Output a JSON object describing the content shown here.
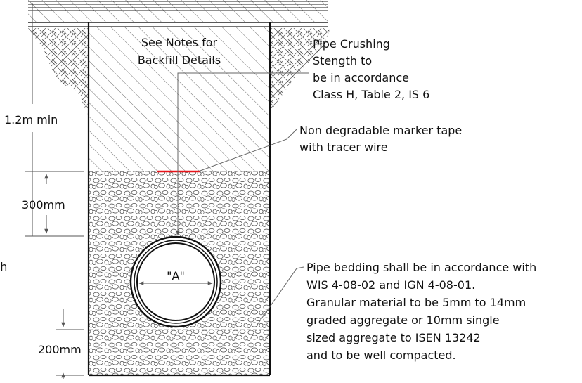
{
  "labels": {
    "backfill_note": [
      "See Notes for",
      "Backfill Details"
    ],
    "pipe_crushing": [
      "Pipe Crushing",
      "Stength to",
      "be in accordance",
      "Class H, Table 2, IS 6"
    ],
    "marker_tape": [
      "Non degradable marker tape",
      "with tracer wire"
    ],
    "pipe_bedding": [
      "Pipe bedding shall be in accordance with",
      "WIS 4-08-02 and IGN 4-08-01.",
      "Granular material to be 5mm to 14mm",
      "graded aggregate or 10mm single",
      "sized aggregate to ISEN 13242",
      "and to be well compacted."
    ],
    "pipe_diameter": "\"A\"",
    "cut_left_text": "th"
  },
  "dimensions": {
    "cover_depth": "1.2m min",
    "surround_above_pipe": "300mm",
    "bedding_below_pipe": "200mm"
  },
  "colors": {
    "line": "#1a1a1a",
    "marker_tape": "#e8141a",
    "background": "#ffffff"
  }
}
